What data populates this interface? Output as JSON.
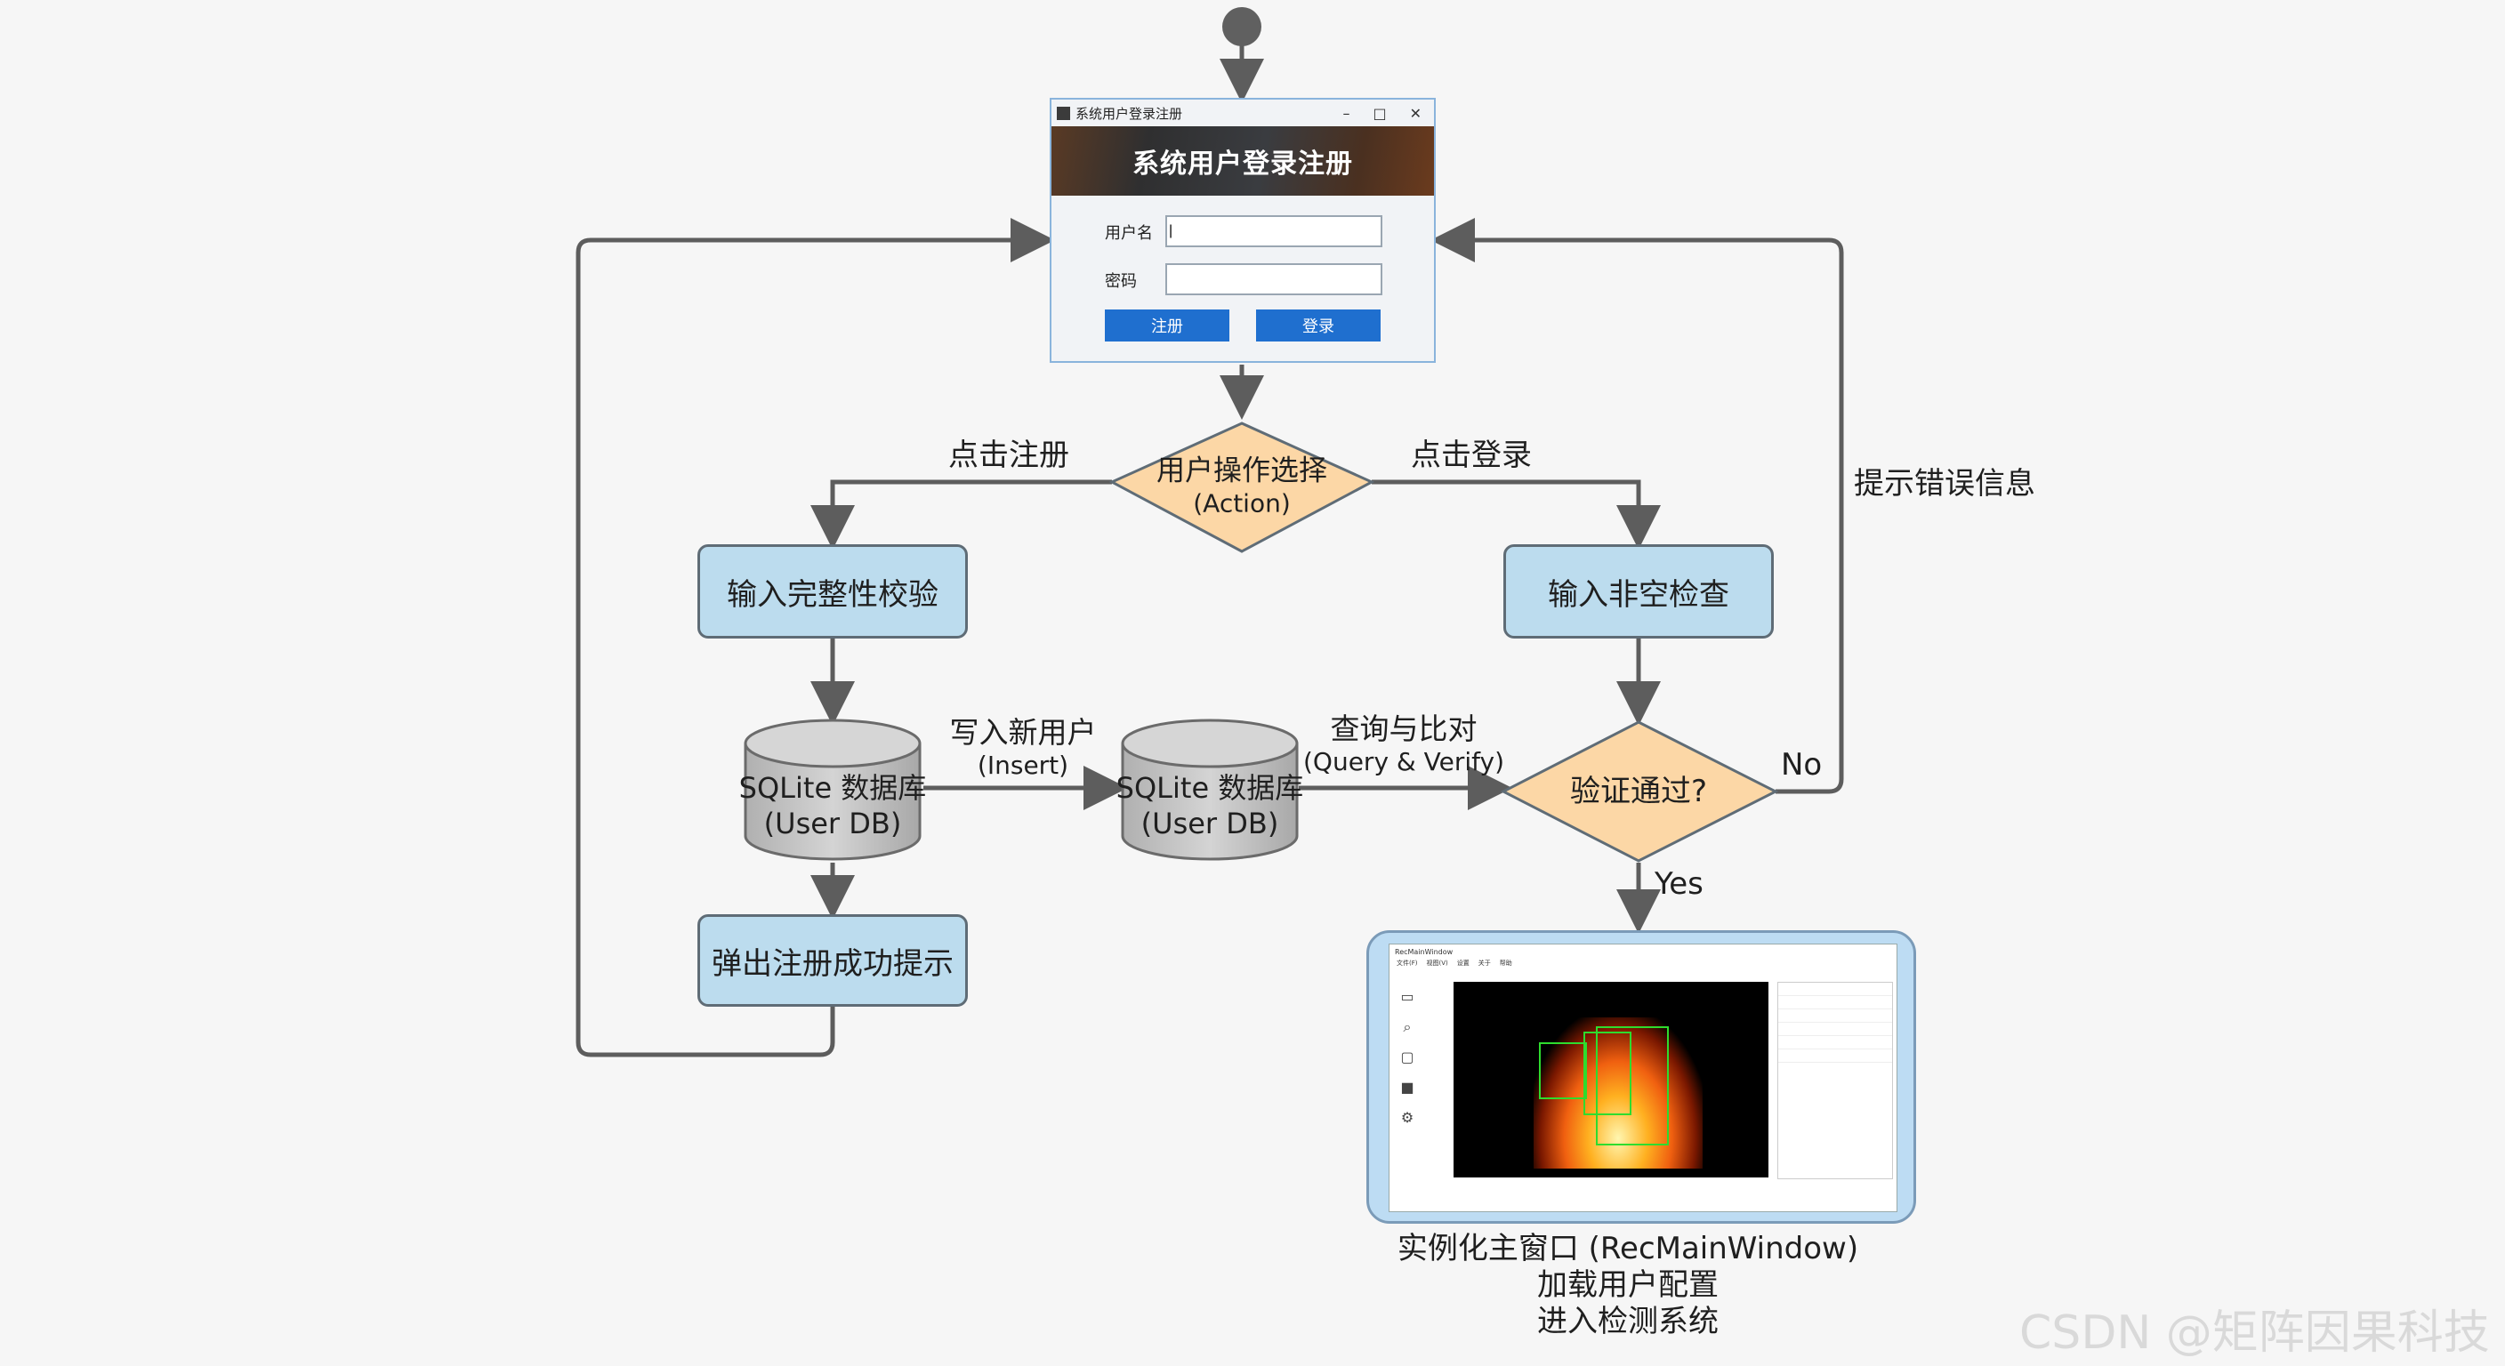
{
  "login_window": {
    "title": "系统用户登录注册",
    "minimize": "–",
    "maximize": "□",
    "close": "✕",
    "banner_title": "系统用户登录注册",
    "username_label": "用户名",
    "username_value": "|",
    "password_label": "密码",
    "password_value": "",
    "register_button": "注册",
    "login_button": "登录"
  },
  "nodes": {
    "action_decision": {
      "line1": "用户操作选择",
      "line2": "(Action)"
    },
    "register_validate": "输入完整性校验",
    "login_check": "输入非空检查",
    "db_left": {
      "line1": "SQLite 数据库",
      "line2": "(User DB)"
    },
    "db_right": {
      "line1": "SQLite 数据库",
      "line2": "(User DB)"
    },
    "verify_decision": "验证通过?",
    "register_success": "弹出注册成功提示"
  },
  "edge_labels": {
    "click_register": "点击注册",
    "click_login": "点击登录",
    "show_error": "提示错误信息",
    "insert_line1": "写入新用户",
    "insert_line2": "(Insert)",
    "query_line1": "查询与比对",
    "query_line2": "(Query & Verify)",
    "no": "No",
    "yes": "Yes"
  },
  "main_window": {
    "title": "RecMainWindow",
    "menu": [
      "文件(F)",
      "视图(V)",
      "设置",
      "关于",
      "帮助"
    ],
    "side_icons": [
      "monitor-icon",
      "search-icon",
      "display-icon",
      "camera-icon",
      "gear-icon"
    ],
    "caption_line1": "实例化主窗口 (RecMainWindow)",
    "caption_line2": "加载用户配置",
    "caption_line3": "进入检测系统"
  },
  "watermark": "CSDN @矩阵因果科技",
  "colors": {
    "process_fill": "#bcdcee",
    "decision_fill": "#fcd7a6",
    "database_fill": "#c8c8c8",
    "arrow": "#5d5d5d"
  }
}
